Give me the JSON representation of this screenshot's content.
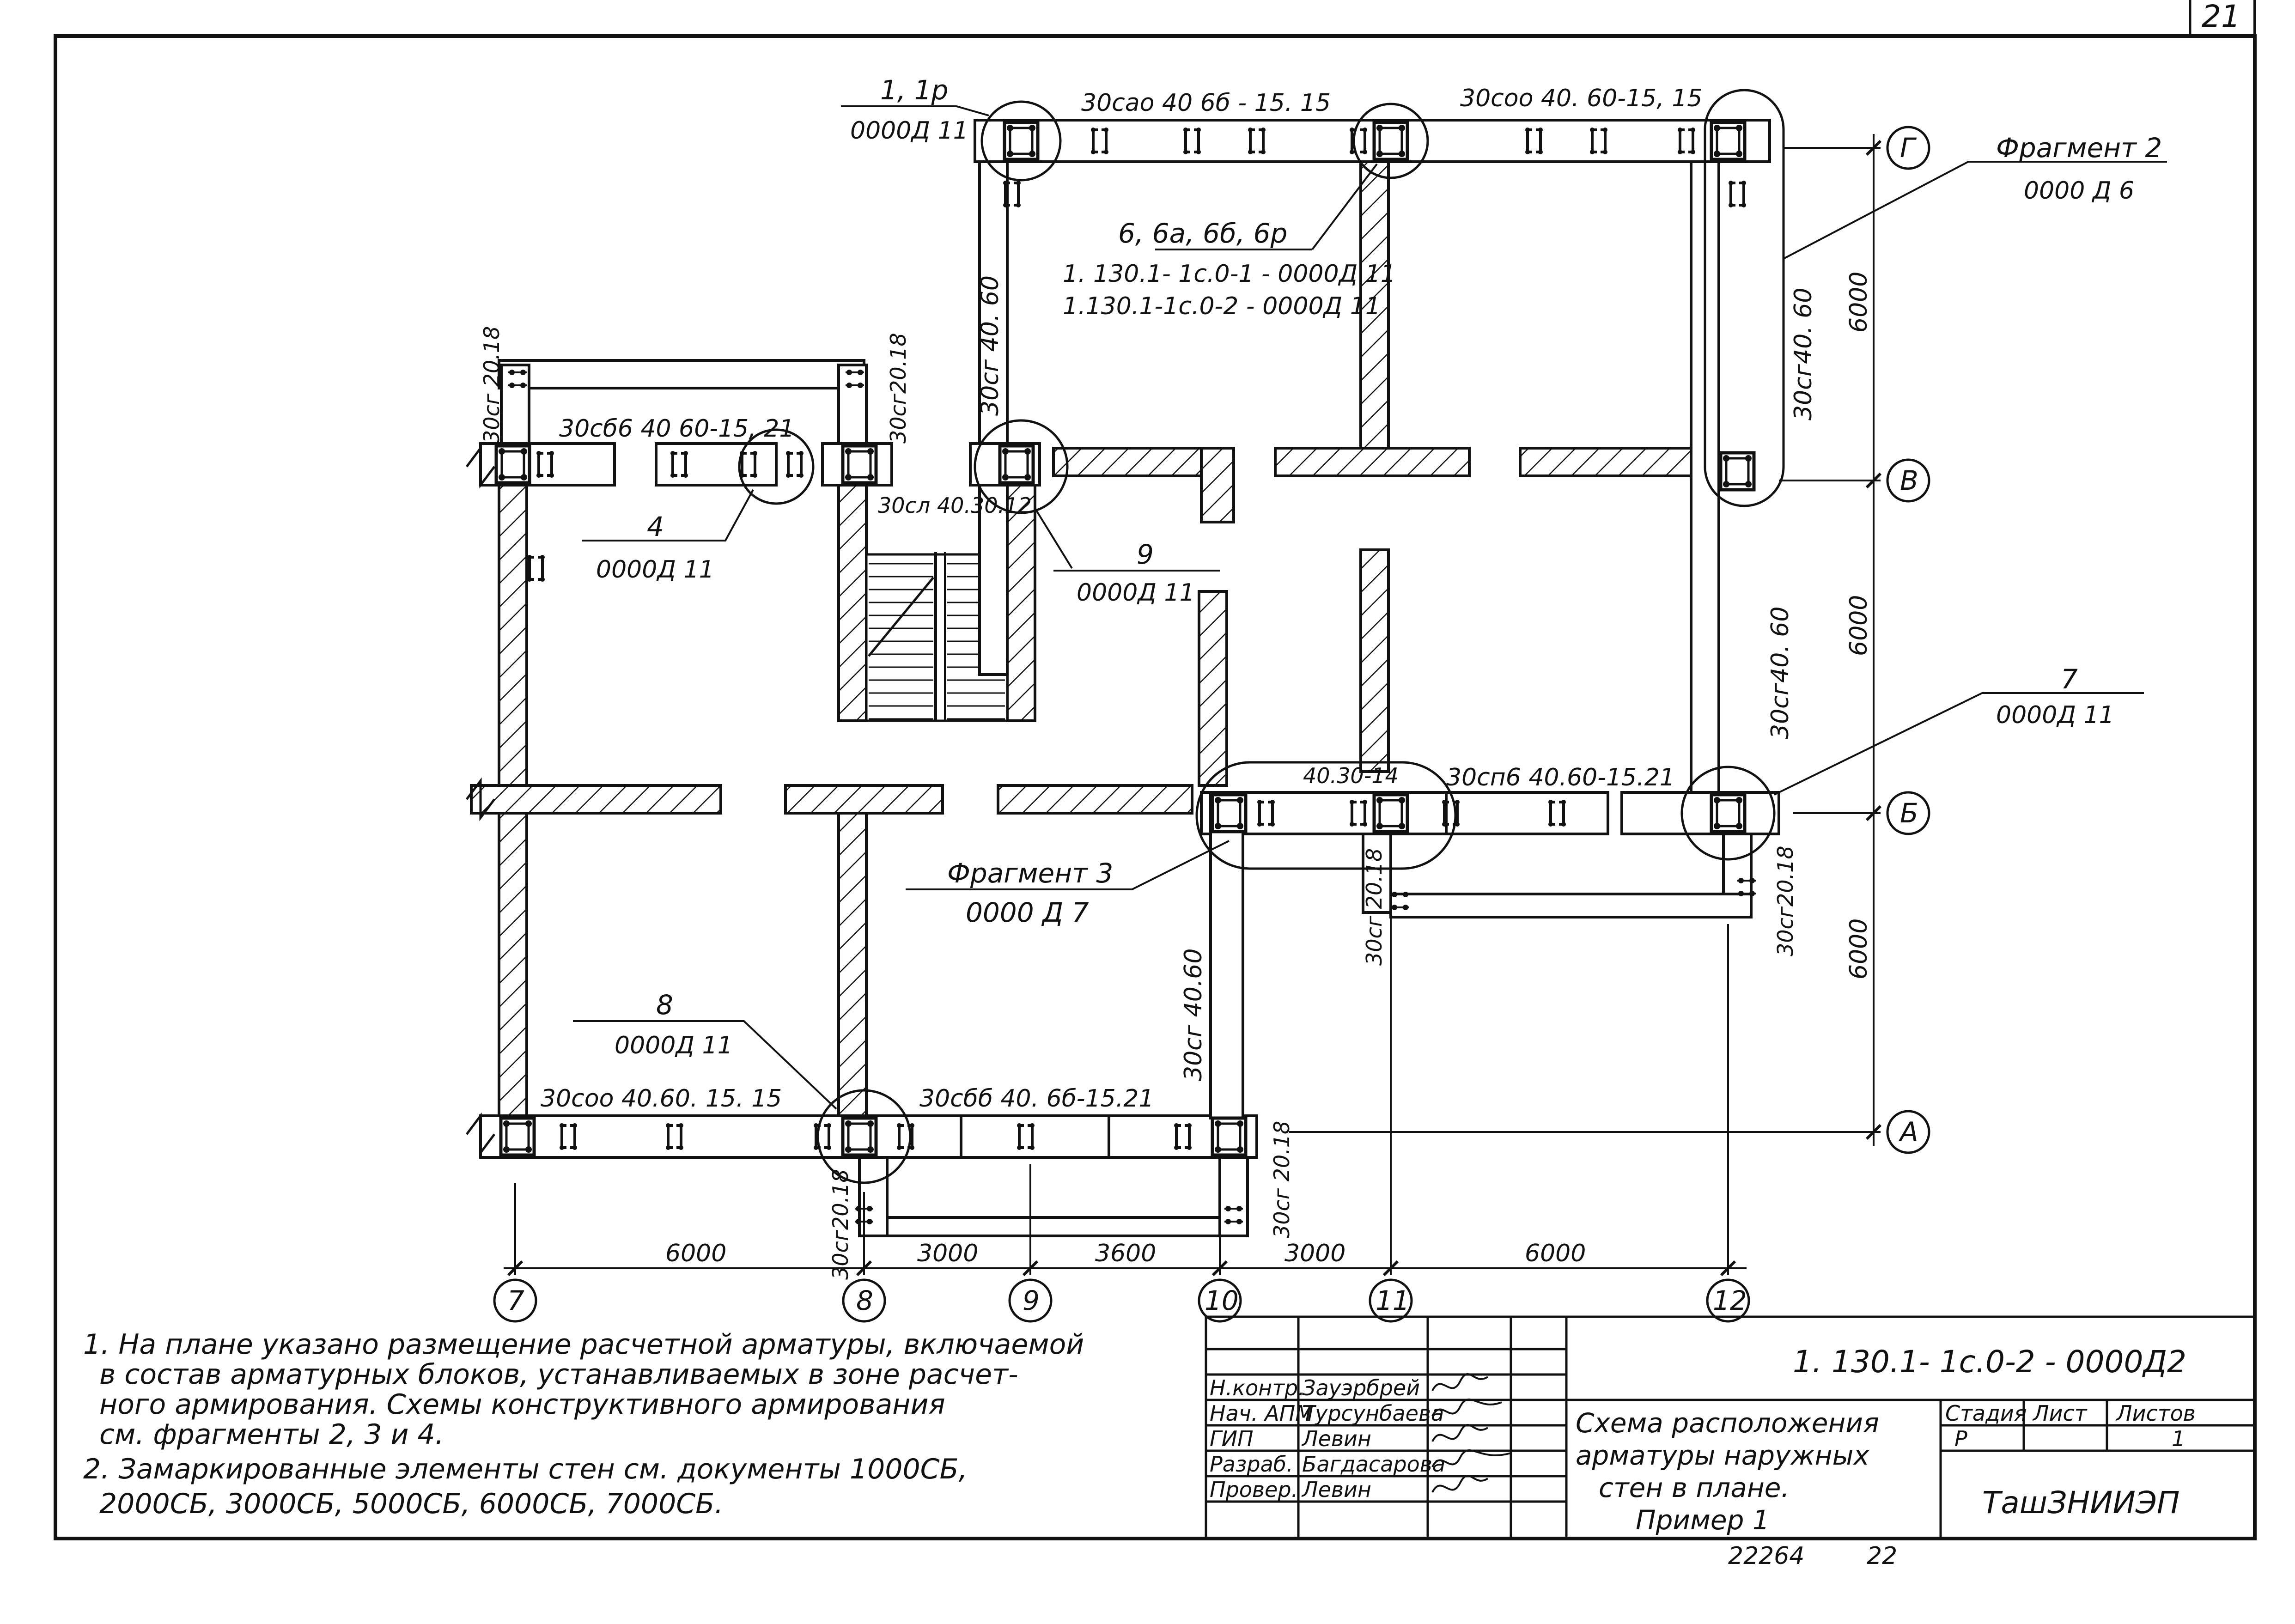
{
  "sheet": {
    "page_number": "21",
    "bottom_stamp": "22264",
    "bottom_stamp_2": "22"
  },
  "axes": {
    "columns": [
      "7",
      "8",
      "9",
      "10",
      "11",
      "12"
    ],
    "rows": [
      "А",
      "Б",
      "В",
      "Г"
    ]
  },
  "dimensions": {
    "bottom": [
      "6000",
      "3000",
      "3600",
      "3000",
      "6000"
    ],
    "right": [
      "6000",
      "6000",
      "6000"
    ]
  },
  "callouts": {
    "c1_num": "1, 1р",
    "c1_doc": "0000Д 11",
    "c4_num": "4",
    "c4_doc": "0000Д 11",
    "c6_num": "6, 6а, 6б, 6р",
    "c6_doc1": "1. 130.1- 1с.0-1 - 0000Д 11",
    "c6_doc2": "1.130.1-1с.0-2 - 0000Д 11",
    "c7_num": "7",
    "c7_doc": "0000Д 11",
    "c8_num": "8",
    "c8_doc": "0000Д 11",
    "c9_num": "9",
    "c9_doc": "0000Д 11",
    "frag2": "Фрагмент 2",
    "frag2_doc": "0000 Д 6",
    "frag3": "Фрагмент 3",
    "frag3_doc": "0000 Д 7"
  },
  "wall_marks": {
    "top_a": "30сао 40 6б - 15. 15",
    "top_b": "30соо 40. 60-15, 15",
    "left_upper": "30сб6 40 60-15, 21",
    "left_lower": "30соо 40.60. 15. 15",
    "bottom_mid": "30сбб 40. 6б-15.21",
    "mid_right": "30сп6 40.60-15.21",
    "mid_small": "40.30-14",
    "stair": "30сл 40.30.12",
    "v_left_top": "30сг 40. 60",
    "v_right_top": "30сг40. 60",
    "v_right_mid": "30сг40. 60",
    "v_mid": "30сг 40.60",
    "g1": "30сг 20.18",
    "g2": "30сг20.18",
    "g3": "30сг 20.18",
    "g4": "30сг20.18",
    "g5": "30сг20.18",
    "g6": "30сг 20.18"
  },
  "notes": [
    "1. На плане указано размещение расчетной арматуры, включаемой",
    "в состав арматурных блоков, устанавливаемых в зоне расчет-",
    "ного армирования. Схемы конструктивного армирования",
    "см. фрагменты 2, 3 и 4.",
    "2. Замаркированные элементы стен см. документы 1000СБ,",
    "2000СБ, 3000СБ, 5000СБ, 6000СБ, 7000СБ."
  ],
  "title_block": {
    "doc_code": "1. 130.1- 1с.0-2 - 0000Д2",
    "roles": [
      "Н.контр.",
      "Нач. АПМ",
      "ГИП",
      "Разраб.",
      "Провер."
    ],
    "names": [
      "Зауэрбрей",
      "Турсунбаева",
      "Левин",
      "Багдасарова",
      "Левин"
    ],
    "title_lines": [
      "Схема расположения",
      "арматуры наружных",
      "стен в плане.",
      "Пример 1"
    ],
    "stage_label": "Стадия",
    "sheet_label": "Лист",
    "sheets_label": "Листов",
    "stage": "Р",
    "sheet": "",
    "sheets": "1",
    "org": "ТашЗНИИЭП"
  }
}
